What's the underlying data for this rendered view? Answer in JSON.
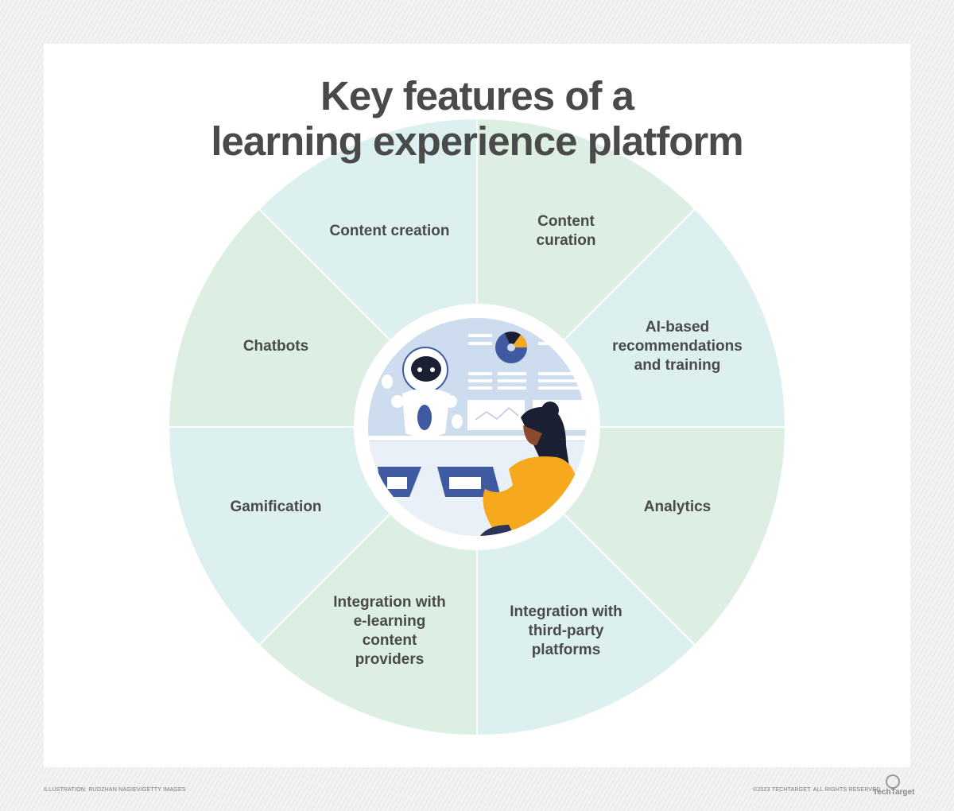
{
  "title_line1": "Key features of a",
  "title_line2": "learning experience platform",
  "segments": [
    {
      "label": "Content creation",
      "color": "#dcf0f0"
    },
    {
      "label": "Content curation",
      "color": "#dcefe2"
    },
    {
      "label": "AI-based recommendations and training",
      "color": "#dcf0f0"
    },
    {
      "label": "Analytics",
      "color": "#dcefe2"
    },
    {
      "label": "Integration with third-party platforms",
      "color": "#dcf0f0"
    },
    {
      "label": "Integration with e-learning content providers",
      "color": "#dcefe2"
    },
    {
      "label": "Gamification",
      "color": "#dcf0f0"
    },
    {
      "label": "Chatbots",
      "color": "#dcefe2"
    }
  ],
  "footer": {
    "credit": "ILLUSTRATION: RUDZHAN NAGIEV/GETTY IMAGES",
    "copyright": "©2023 TECHTARGET. ALL RIGHTS RESERVED",
    "logo": "TechTarget"
  }
}
